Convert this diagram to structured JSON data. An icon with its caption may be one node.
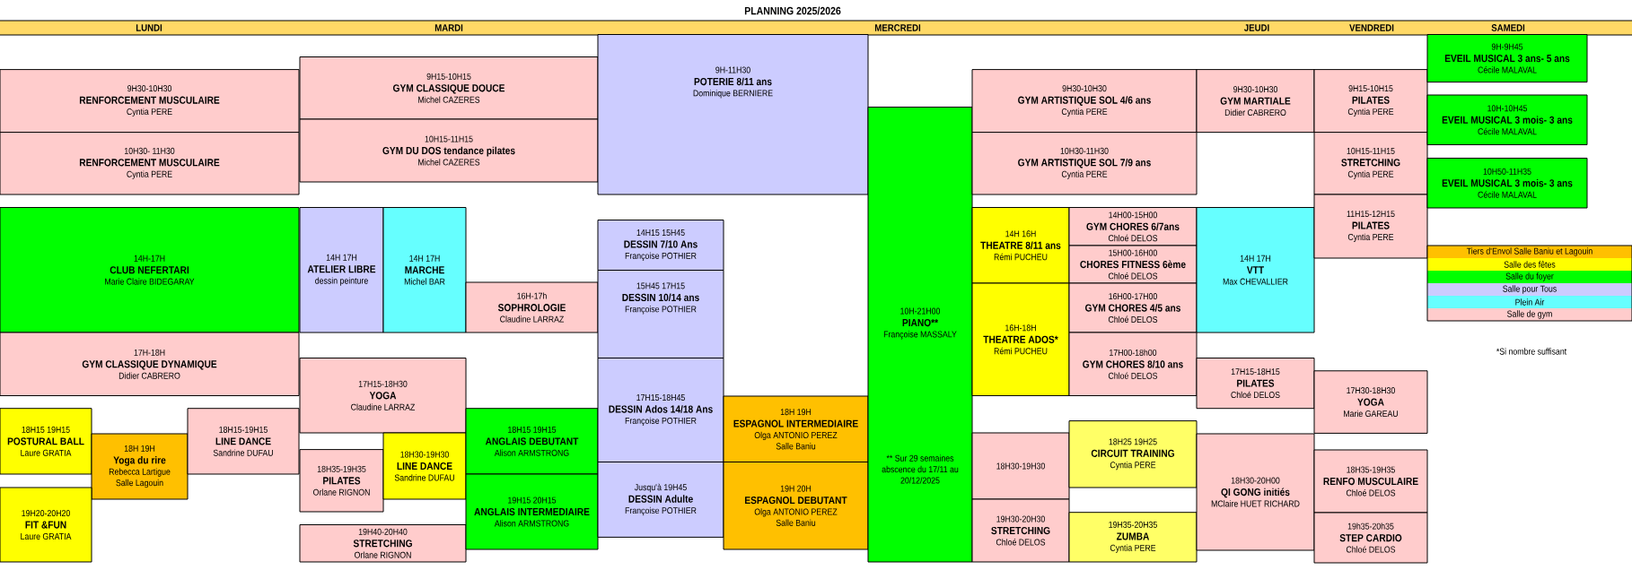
{
  "diagram": {
    "title": "PLANNING 2025/2026",
    "nodes": [
      {
        "text": [
          "9H30-10H30",
          "RENFORCEMENT MUSCULAIRE",
          "Cyntia PERE"
        ]
      },
      {
        "text": [
          "10H30- 11H30",
          "RENFORCEMENT MUSCULAIRE",
          "Cyntia PERE"
        ]
      },
      {
        "text": [
          "14H-17H",
          "CLUB NEFERTARI",
          "Marie Claire BIDEGARAY"
        ]
      },
      {
        "text": [
          "17H-18H",
          "GYM CLASSIQUE DYNAMIQUE",
          "Didier CABRERO"
        ]
      },
      {
        "text": [
          "18H15 19H15",
          "POSTURAL BALL",
          "Laure GRATIA"
        ]
      },
      {
        "text": [
          "18H 19H",
          "Yoga du rire",
          "Rebecca Lartigue",
          "Salle Lagouin"
        ]
      },
      {
        "text": [
          "18H15-19H15",
          "LINE DANCE",
          "Sandrine DUFAU"
        ]
      },
      {
        "text": [
          "19H20-20H20",
          "FIT &FUN",
          "Laure GRATIA"
        ]
      },
      {
        "text": [
          "9H15-10H15",
          "GYM CLASSIQUE DOUCE",
          "Michel CAZERES"
        ]
      },
      {
        "text": [
          "10H15-11H15",
          "GYM DU DOS tendance pilates",
          "Michel CAZERES"
        ]
      },
      {
        "text": [
          "14H 17H",
          "ATELIER LIBRE",
          "dessin peinture"
        ]
      },
      {
        "text": [
          "14H 17H",
          "MARCHE",
          "Michel BAR"
        ]
      },
      {
        "text": [
          "16H-17h",
          "SOPHROLOGIE",
          "Claudine LARRAZ"
        ]
      },
      {
        "text": [
          "17H15-18H30",
          "YOGA",
          "Claudine LARRAZ"
        ]
      },
      {
        "text": [
          "18H35-19H35",
          "PILATES",
          "Orlane RIGNON"
        ]
      },
      {
        "text": [
          "18H30-19H30",
          "LINE DANCE",
          "Sandrine DUFAU"
        ]
      },
      {
        "text": [
          "19H40-20H40",
          "STRETCHING",
          "Orlane RIGNON"
        ]
      },
      {
        "text": [
          "18H15 19H15",
          "ANGLAIS DEBUTANT",
          "Alison ARMSTRONG"
        ]
      },
      {
        "text": [
          "19H15 20H15",
          "ANGLAIS INTERMEDIAIRE",
          "Alison ARMSTRONG"
        ]
      },
      {
        "text": [
          "9H-11H30",
          "POTERIE 8/11 ans",
          "Dominique BERNIERE"
        ]
      },
      {
        "text": [
          "14H15 15H45",
          "DESSIN 7/10 Ans",
          "Françoise POTHIER"
        ]
      },
      {
        "text": [
          "15H45  17H15",
          "DESSIN 10/14 ans",
          "Françoise POTHIER"
        ]
      },
      {
        "text": [
          "17H15-18H45",
          "DESSIN Ados 14/18 Ans",
          "Françoise POTHIER"
        ]
      },
      {
        "text": [
          "Jusqu'à 19H45",
          "DESSIN Adulte",
          "Françoise POTHIER"
        ]
      },
      {
        "text": [
          "18H 19H",
          "ESPAGNOL INTERMEDIAIRE",
          "Olga ANTONIO PEREZ",
          "Salle Baniu"
        ]
      },
      {
        "text": [
          "19H 20H",
          "ESPAGNOL DEBUTANT",
          "Olga ANTONIO PEREZ",
          "Salle Baniu"
        ]
      },
      {
        "text": [
          "10H-21H00",
          "PIANO**",
          "Françoise MASSALY",
          "** Sur 29 semaines abscence du 17/11 au 20/12/2025"
        ]
      },
      {
        "text": [
          "9H30-10H30",
          "GYM ARTISTIQUE SOL 4/6 ans",
          "Cyntia PERE"
        ]
      },
      {
        "text": [
          "10H30-11H30",
          "GYM ARTISTIQUE SOL 7/9 ans",
          "Cyntia PERE"
        ]
      },
      {
        "text": [
          "14H 16H",
          "THEATRE  8/11 ans",
          "Rémi PUCHEU"
        ]
      },
      {
        "text": [
          "14H00-15H00",
          "GYM CHORES 6/7ans",
          "Chloé DELOS"
        ]
      },
      {
        "text": [
          "15H00-16H00",
          "CHORES FITNESS 6ème",
          "Chloé DELOS"
        ]
      },
      {
        "text": [
          "16H-18H",
          "THEATRE ADOS*",
          "Rémi PUCHEU"
        ]
      },
      {
        "text": [
          "16H00-17H00",
          "GYM CHORES 4/5 ans",
          "Chloé DELOS"
        ]
      },
      {
        "text": [
          "17H00-18h00",
          "GYM CHORES 8/10 ans",
          "Chloé DELOS"
        ]
      },
      {
        "text": [
          "18H30-19H30"
        ]
      },
      {
        "text": [
          "18H25 19H25",
          "CIRCUIT TRAINING",
          "Cyntia PERE"
        ]
      },
      {
        "text": [
          "19H30-20H30",
          "STRETCHING",
          "Chloé DELOS"
        ]
      },
      {
        "text": [
          "19H35-20H35",
          "ZUMBA",
          "Cyntia PERE"
        ]
      },
      {
        "text": [
          "9H30-10H30",
          "GYM MARTIALE",
          "Didier CABRERO"
        ]
      },
      {
        "text": [
          "14H 17H",
          "VTT",
          "Max CHEVALLIER"
        ]
      },
      {
        "text": [
          "17H15-18H15",
          "PILATES",
          "Chloé DELOS"
        ]
      },
      {
        "text": [
          "18H30-20H00",
          "QI GONG initiés",
          "MClaire HUET RICHARD"
        ]
      },
      {
        "text": [
          "9H15-10H15",
          "PILATES",
          "Cyntia PERE"
        ]
      },
      {
        "text": [
          "10H15-11H15",
          "STRETCHING",
          "Cyntia PERE"
        ]
      },
      {
        "text": [
          "11H15-12H15",
          "PILATES",
          "Cyntia PERE"
        ]
      },
      {
        "text": [
          "17H30-18H30",
          "YOGA",
          "Marie GAREAU"
        ]
      },
      {
        "text": [
          "18H35-19H35",
          "RENFO MUSCULAIRE",
          "Chloé DELOS"
        ]
      },
      {
        "text": [
          "19h35-20h35",
          "STEP CARDIO",
          "Chloé DELOS"
        ]
      },
      {
        "text": [
          "9H-9H45",
          "EVEIL MUSICAL 3 ans- 5 ans",
          "Cécile MALAVAL"
        ]
      },
      {
        "text": [
          "10H-10H45",
          "EVEIL MUSICAL 3 mois- 3 ans",
          "Cécile MALAVAL"
        ]
      },
      {
        "text": [
          "10H50-11H35",
          "EVEIL MUSICAL 3 mois- 3 ans",
          "Cécile MALAVAL"
        ]
      }
    ],
    "labels": [
      "LUNDI",
      "MARDI",
      "MERCREDI",
      "JEUDI",
      "VENDREDI",
      "SAMEDI",
      "*Si nombre suffisant"
    ],
    "legend": [
      {
        "text": "Tiers d'Envol Salle Baniu et Lagouin",
        "color": "#ffc000"
      },
      {
        "text": "Salle des fêtes",
        "color": "#ffff00"
      },
      {
        "text": "Salle du foyer",
        "color": "#00ff00"
      },
      {
        "text": "Salle pour Tous",
        "color": "#ccccff"
      },
      {
        "text": "Plein Air",
        "color": "#66ffff"
      },
      {
        "text": "Salle de gym",
        "color": "#ffcccc"
      }
    ]
  }
}
